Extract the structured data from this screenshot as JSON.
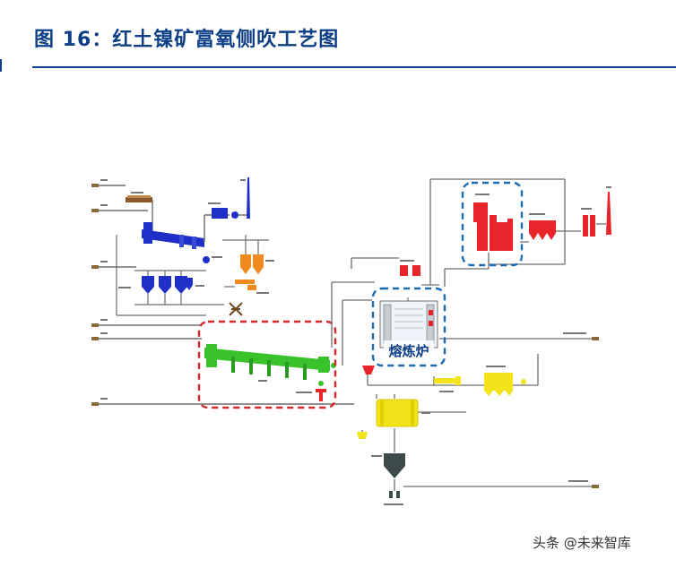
{
  "figure": {
    "title": "图 16：红土镍矿富氧侧吹工艺图",
    "furnace_label": "熔炼炉"
  },
  "watermark": "头条 @未来智库",
  "colors": {
    "title": "#0d3f86",
    "dashed_red": "#d9262b",
    "dashed_blue": "#1a6cb5",
    "dryer": "#1f2fc7",
    "kiln": "#39c22b",
    "bins": "#f08a1e",
    "waste_heat_boiler": "#e8242a",
    "settler": "#f2e31a",
    "pipes": "#6d6d6d"
  }
}
